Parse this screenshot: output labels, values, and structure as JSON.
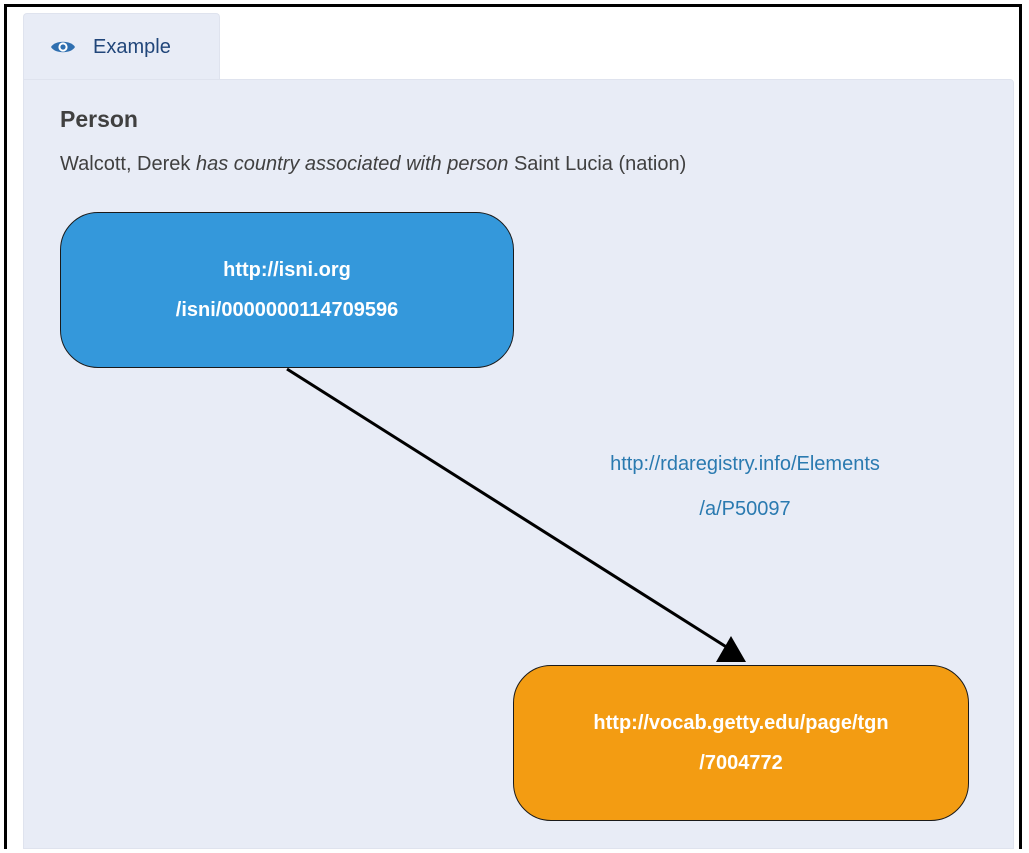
{
  "tab": {
    "icon": "eye-icon",
    "label": "Example"
  },
  "example": {
    "heading": "Person",
    "subject_text": "Walcott, Derek",
    "predicate_text": "has country associated with person",
    "object_text": "Saint Lucia (nation)"
  },
  "diagram": {
    "subject_node": {
      "line1": "http://isni.org",
      "line2": "/isni/0000000114709596",
      "color": "#3498db"
    },
    "edge": {
      "line1": "http://rdaregistry.info/Elements",
      "line2": "/a/P50097",
      "color": "#2a7ab0"
    },
    "object_node": {
      "line1": "http://vocab.getty.edu/page/tgn",
      "line2": "/7004772",
      "color": "#f39c12"
    }
  }
}
